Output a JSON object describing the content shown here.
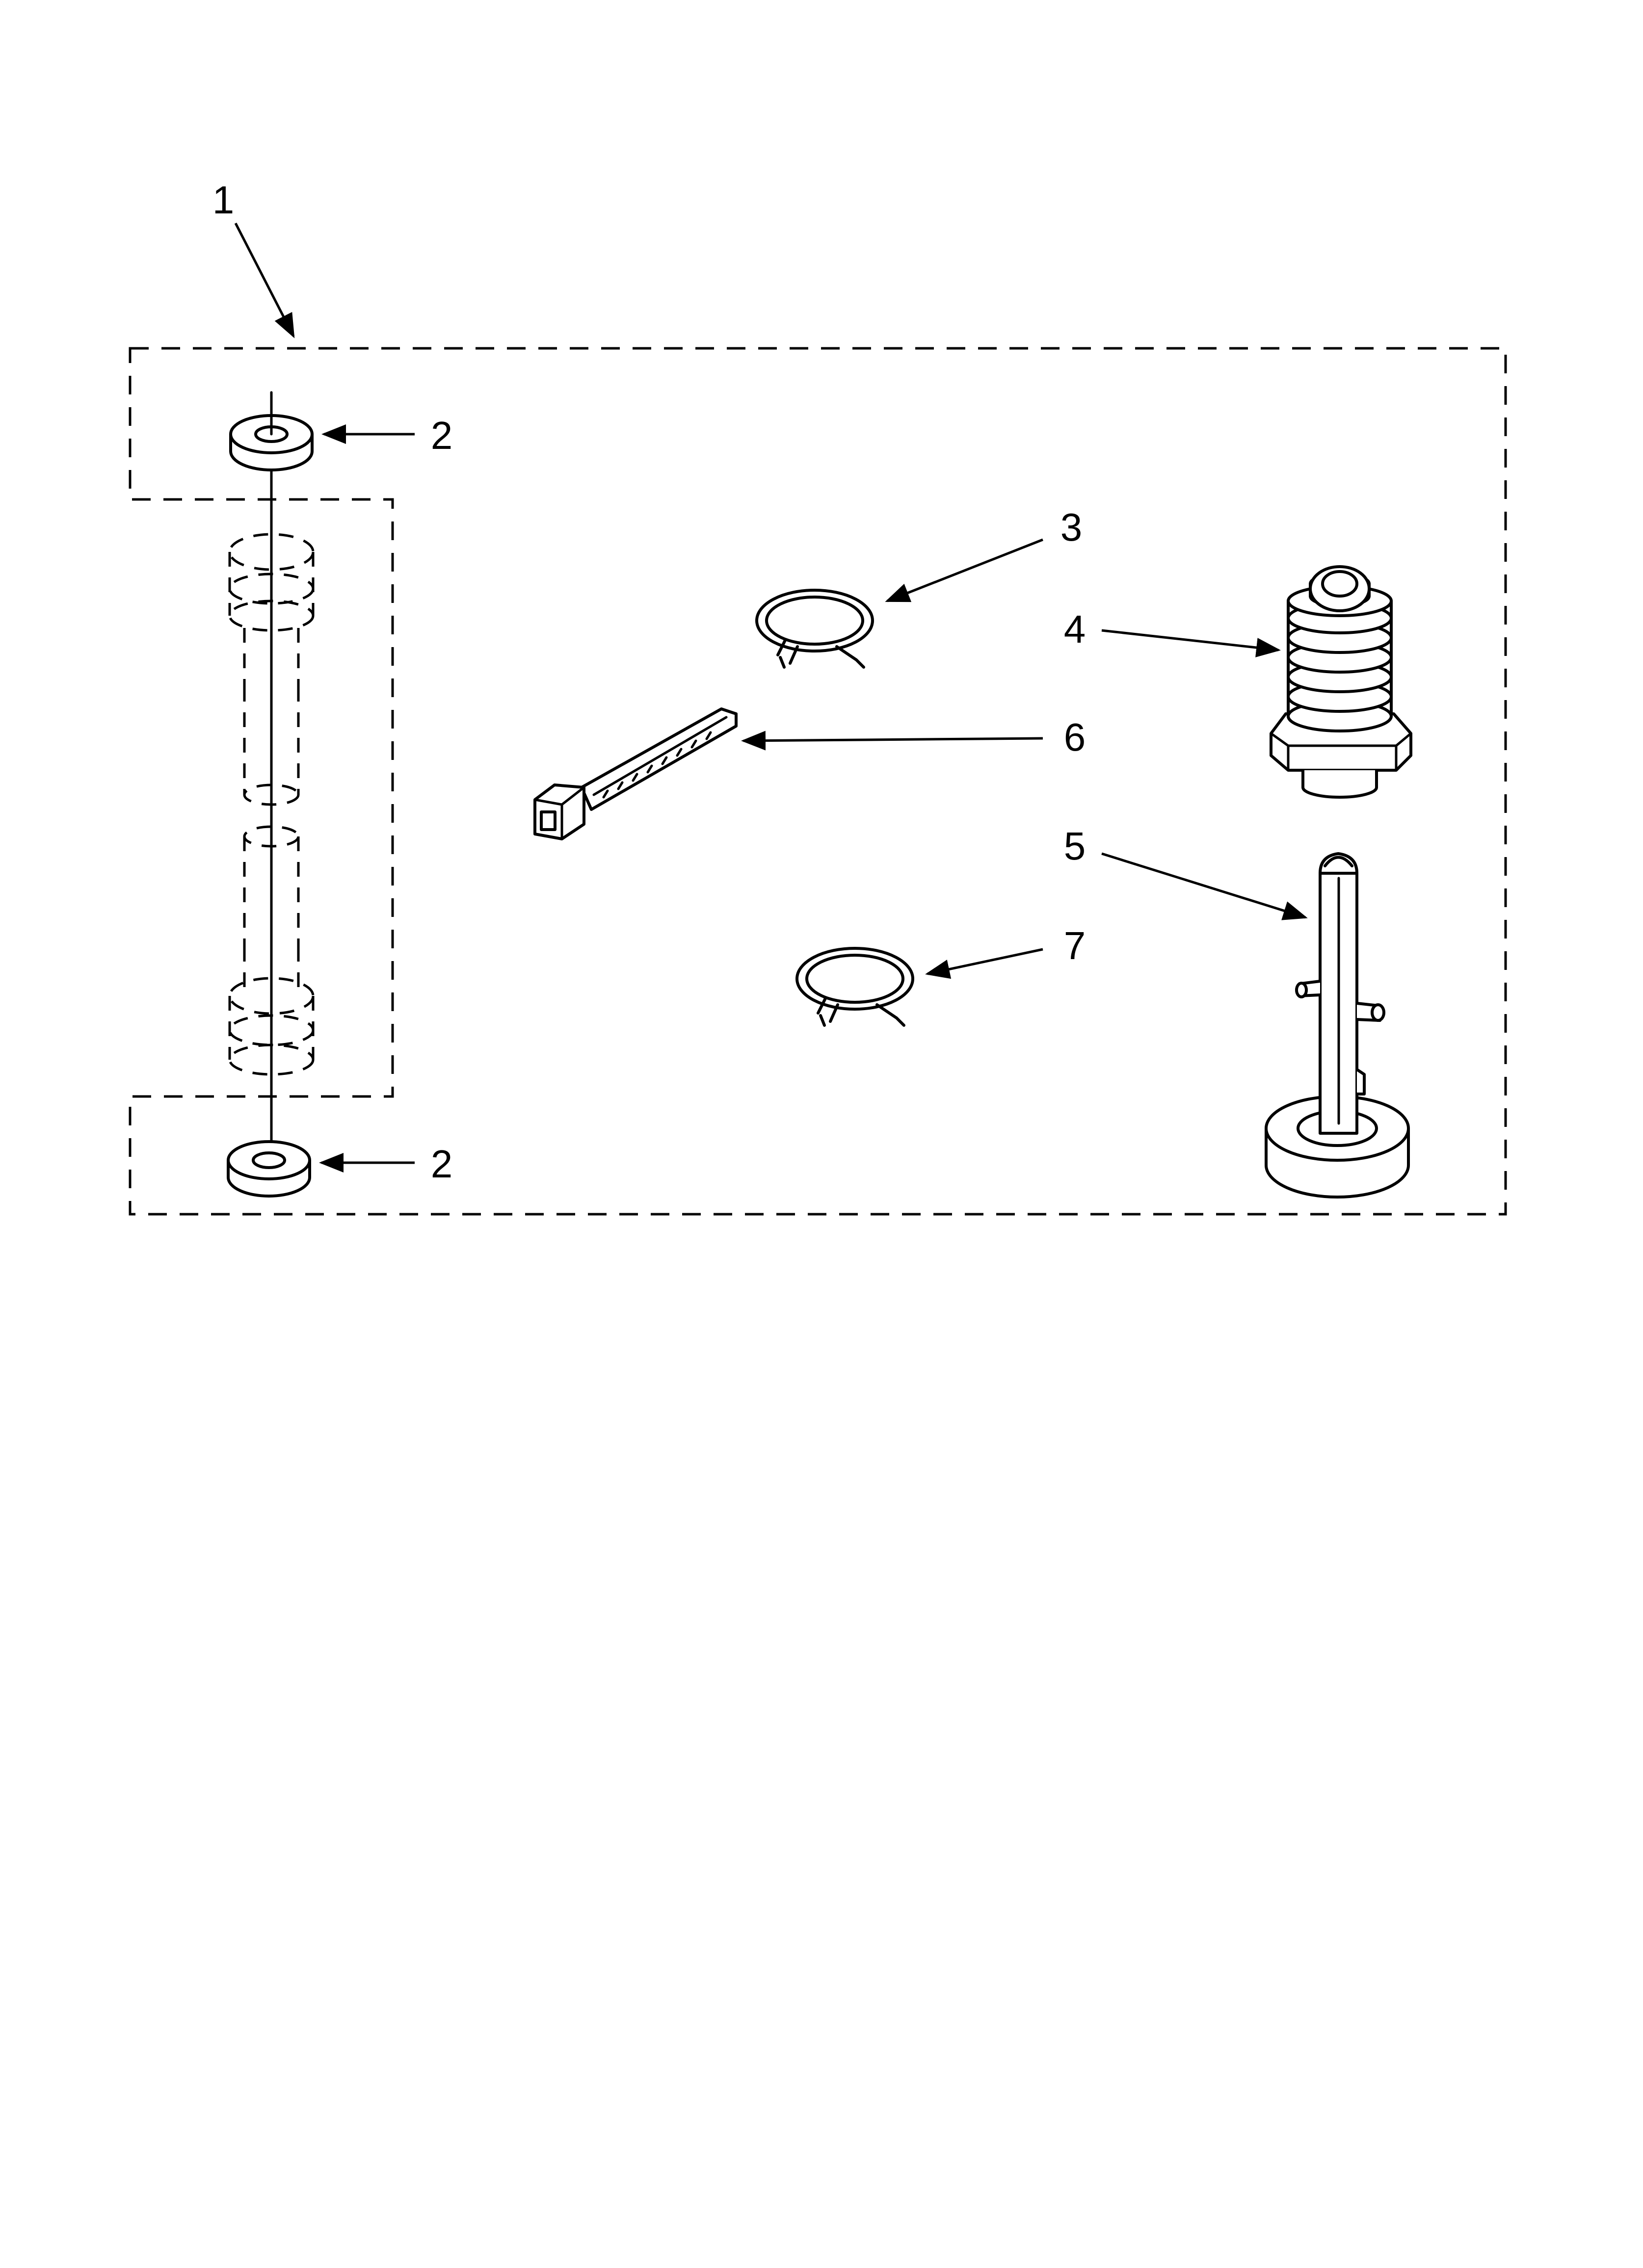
{
  "callouts": {
    "kit": "1",
    "washer_top": "2",
    "washer_bottom": "2",
    "clamp_upper": "3",
    "drain_adapter": "4",
    "standpipe_stand": "5",
    "cable_tie": "6",
    "clamp_lower": "7"
  }
}
